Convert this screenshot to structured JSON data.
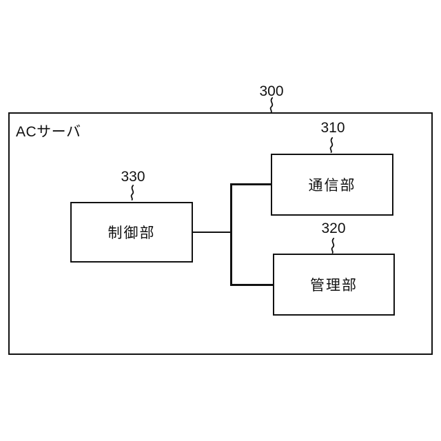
{
  "colors": {
    "line": "#111111",
    "background": "#ffffff"
  },
  "diagram": {
    "outer": {
      "ref": "300",
      "title": "ACサーバ"
    },
    "blocks": [
      {
        "key": "communication-unit",
        "ref": "310",
        "label": "通信部"
      },
      {
        "key": "management-unit",
        "ref": "320",
        "label": "管理部"
      },
      {
        "key": "control-unit",
        "ref": "330",
        "label": "制御部"
      }
    ]
  }
}
